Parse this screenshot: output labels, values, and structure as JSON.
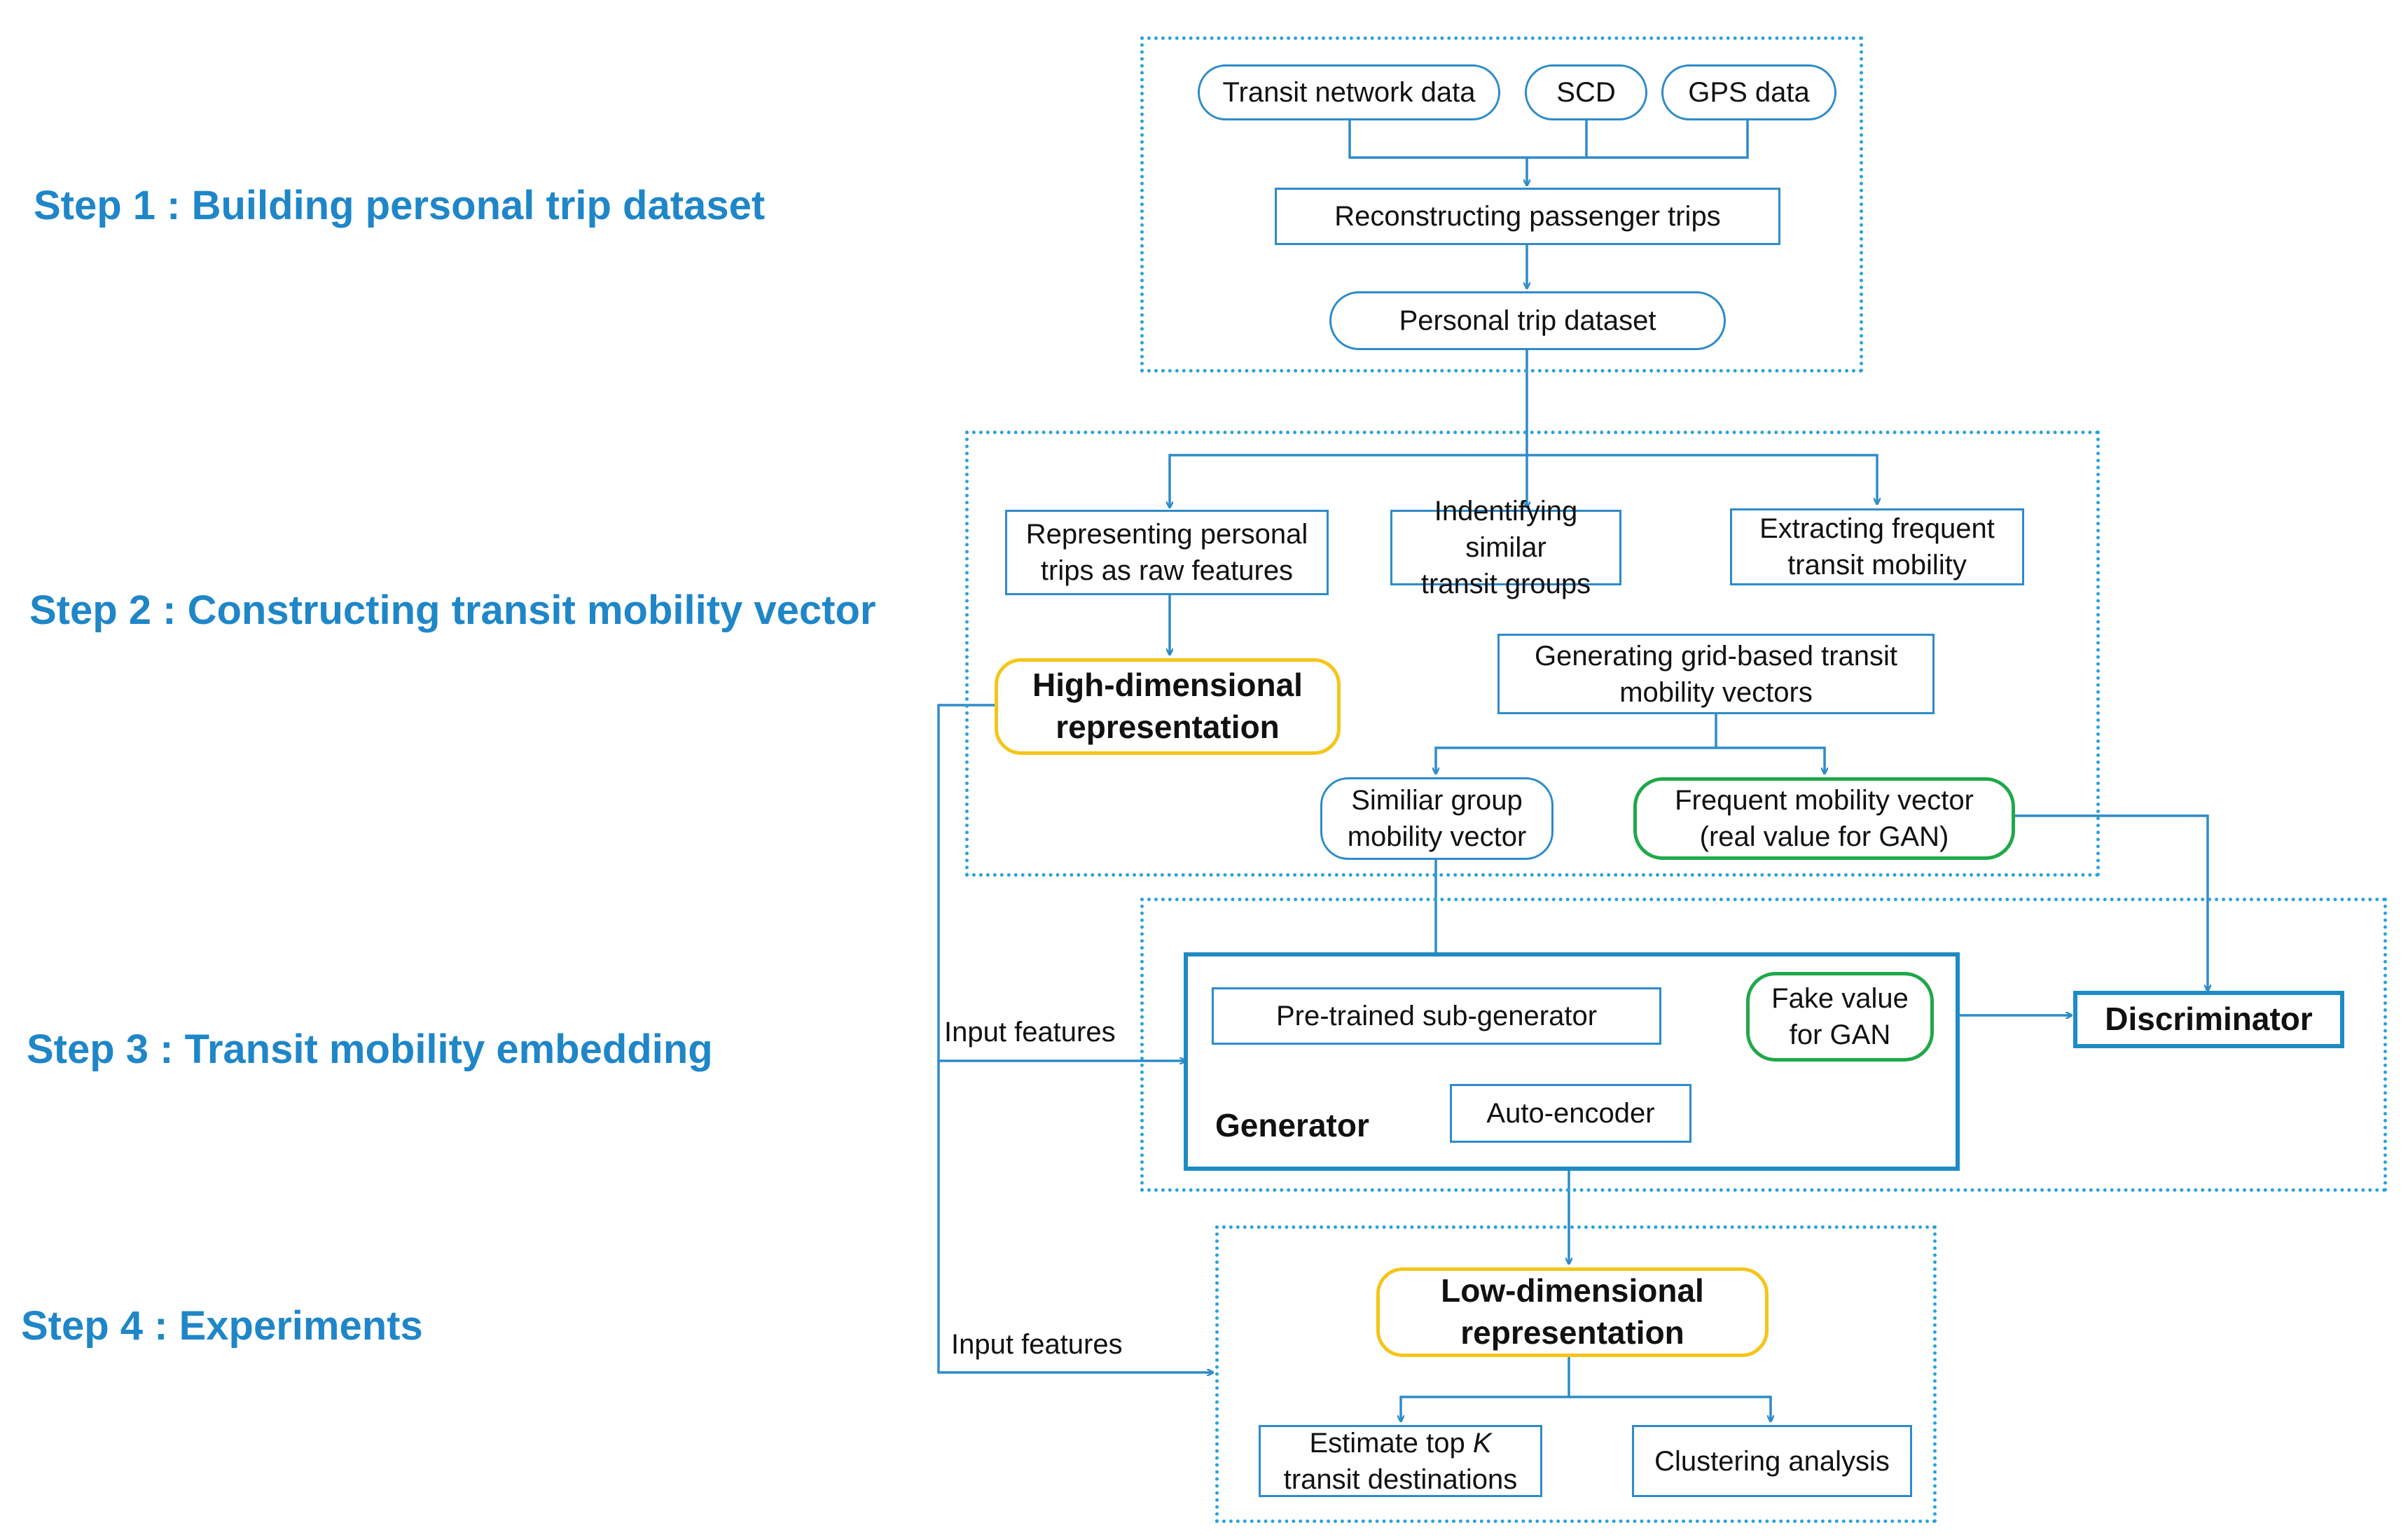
{
  "steps": {
    "step1": "Step 1 : Building personal trip dataset",
    "step2": "Step 2 : Constructing transit mobility vector",
    "step3": "Step 3 : Transit mobility embedding",
    "step4": "Step 4 : Experiments"
  },
  "nodes": {
    "transit_network_data": "Transit network data",
    "scd": "SCD",
    "gps_data": "GPS data",
    "reconstructing_trips": "Reconstructing passenger trips",
    "personal_trip_dataset": "Personal trip dataset",
    "representing_line1": "Representing personal",
    "representing_line2": "trips as raw features",
    "identifying_line1": "Indentifying similar",
    "identifying_line2": "transit groups",
    "extracting_line1": "Extracting frequent",
    "extracting_line2": "transit mobility",
    "high_dim_line1": "High-dimensional",
    "high_dim_line2": "representation",
    "grid_line1": "Generating grid-based transit",
    "grid_line2": "mobility vectors",
    "similar_group_line1": "Similiar group",
    "similar_group_line2": "mobility vector",
    "frequent_vector_line1": "Frequent mobility vector",
    "frequent_vector_line2": "(real value for GAN)",
    "pretrained_subgenerator": "Pre-trained sub-generator",
    "fake_value_line1": "Fake value",
    "fake_value_line2": "for GAN",
    "discriminator": "Discriminator",
    "generator": "Generator",
    "autoencoder": "Auto-encoder",
    "low_dim_line1": "Low-dimensional",
    "low_dim_line2": "representation",
    "estimate_line1_prefix": "Estimate top ",
    "estimate_line1_k": "K",
    "estimate_line2": "transit destinations",
    "clustering_analysis": "Clustering analysis"
  },
  "labels": {
    "input_features_1": "Input features",
    "input_features_2": "Input features"
  },
  "colors": {
    "step_text": "#1f86c8",
    "connector": "#2e8bc9",
    "region_border": "#2aa3d8",
    "highlight_yellow": "#f5c518",
    "highlight_green": "#1fa84a"
  }
}
